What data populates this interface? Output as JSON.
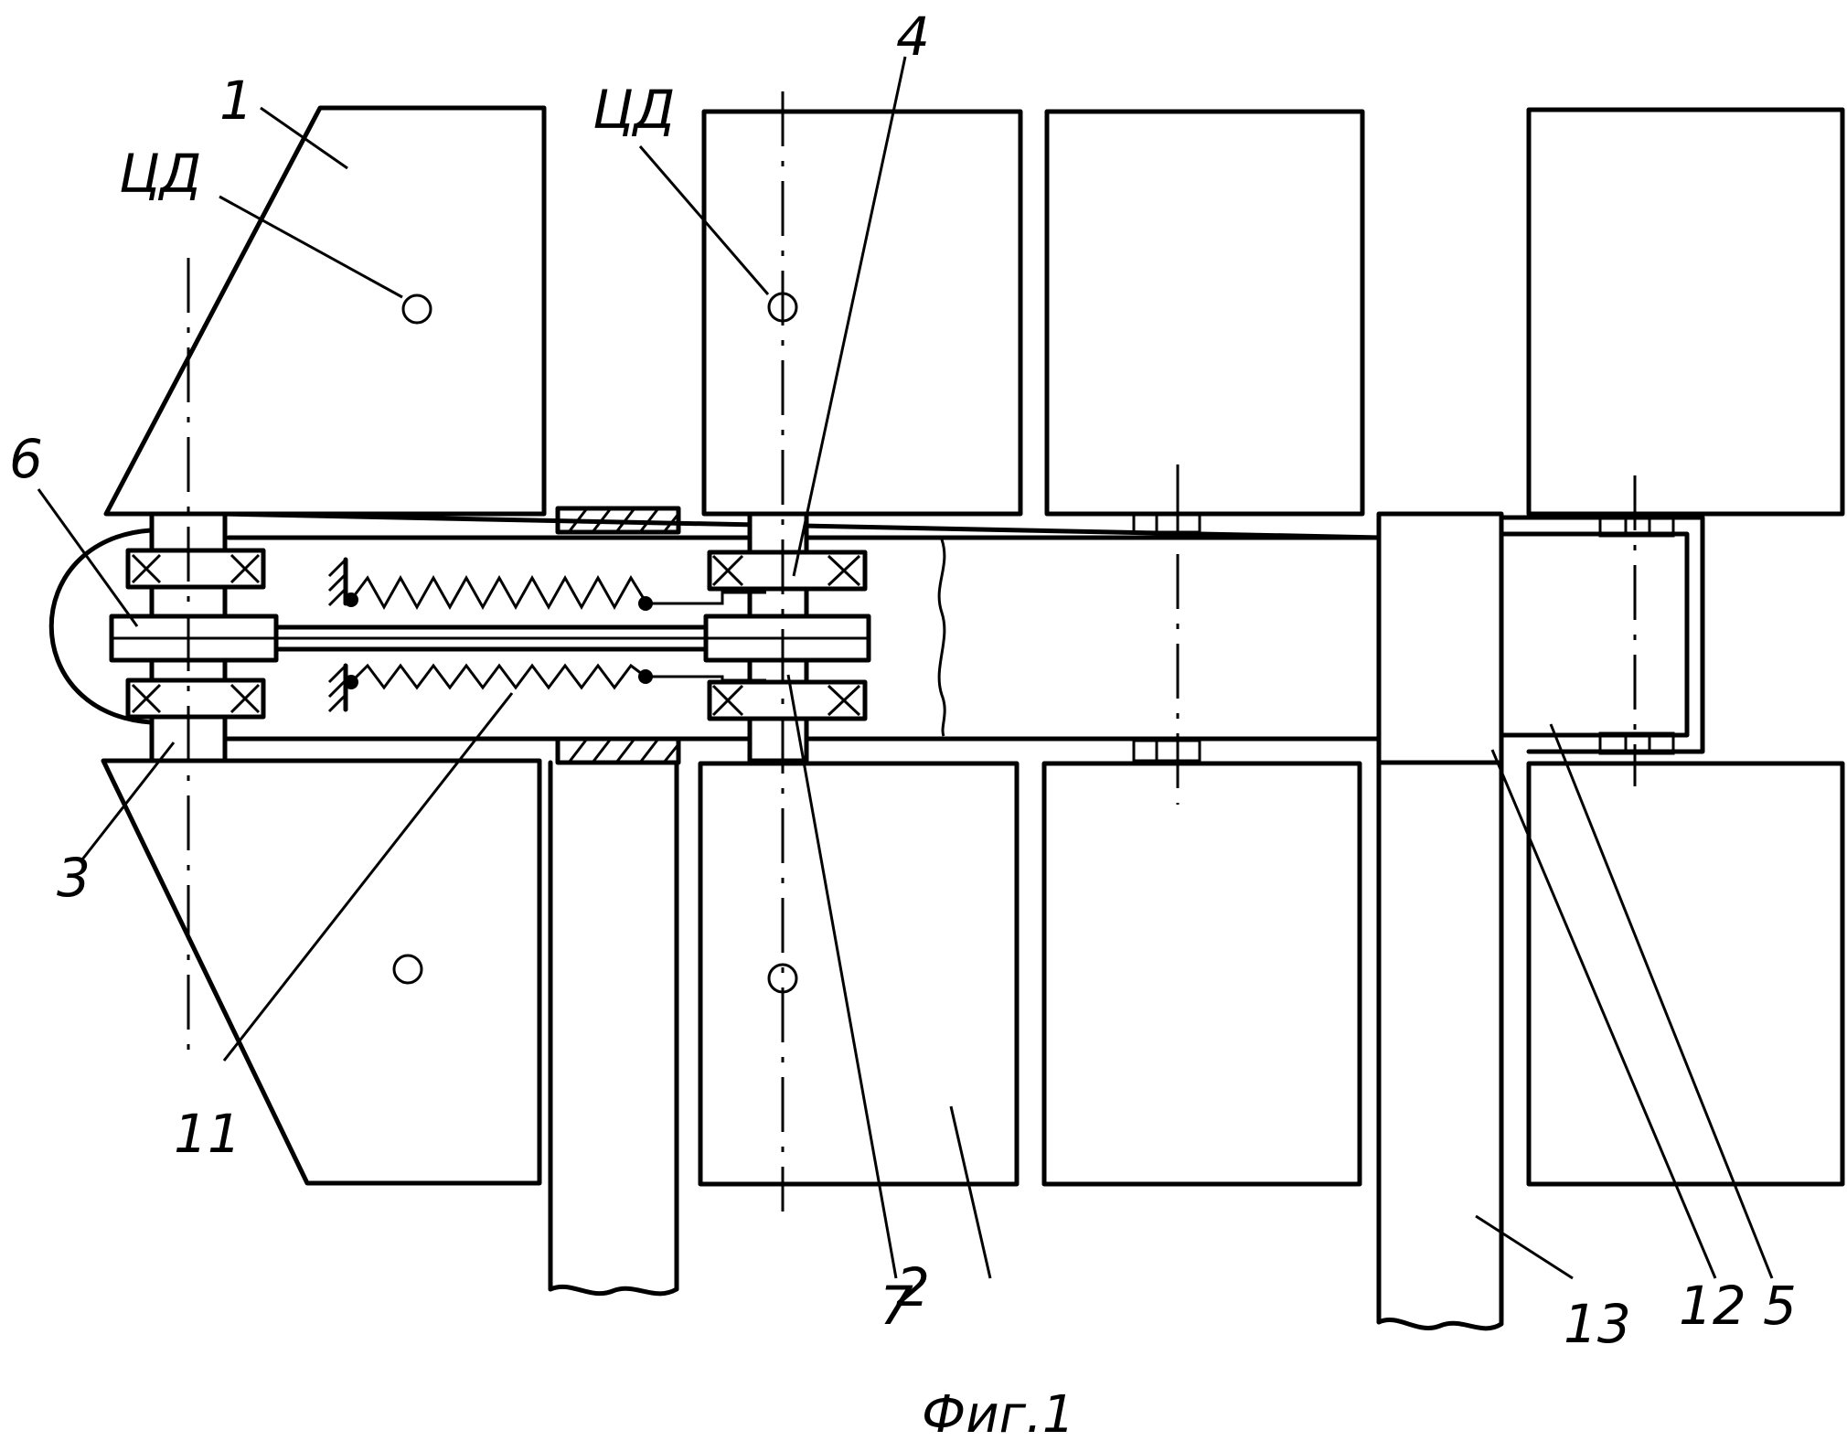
{
  "figure": {
    "caption": "Фиг.1",
    "labels": {
      "l1": "1",
      "l2": "2",
      "l3": "3",
      "l4": "4",
      "l5": "5",
      "l6": "6",
      "l7": "7",
      "l11": "11",
      "l12": "12",
      "l13": "13",
      "cd_left": "ЦД",
      "cd_mid": "ЦД"
    }
  }
}
